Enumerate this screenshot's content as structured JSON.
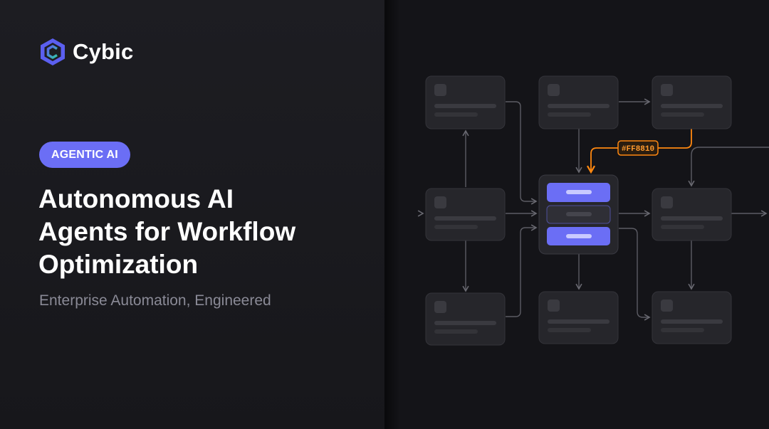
{
  "brand": {
    "name": "Cybic",
    "logo_icon": "hexagon-c-logo-icon",
    "colors": {
      "logo_gradient_start": "#5b5ff0",
      "logo_gradient_end": "#31c9a8"
    }
  },
  "hero": {
    "badge": "AGENTIC AI",
    "headline_lines": [
      "Autonomous AI",
      "Agents for Workflow",
      "Optimization"
    ],
    "tagline": "Enterprise Automation, Engineered"
  },
  "diagram": {
    "hex_label": "#FF8810",
    "colors": {
      "accent": "#6b6ef5",
      "orange": "#ff8810",
      "card": "#2a2a2f",
      "line": "#5c5c64"
    }
  }
}
